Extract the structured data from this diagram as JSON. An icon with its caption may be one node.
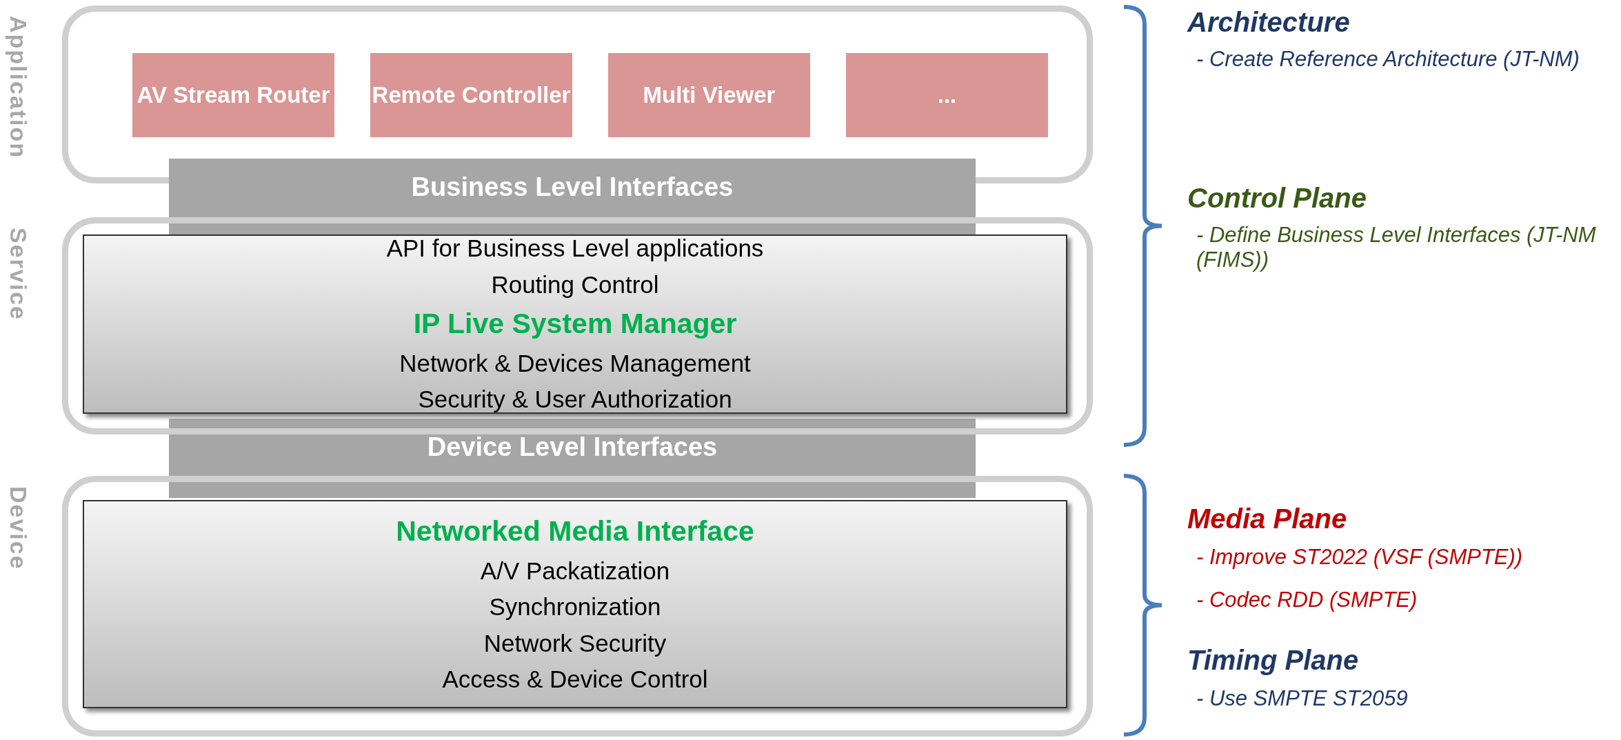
{
  "diagram": {
    "nodes": [
      {
        "text": [
          "Application"
        ]
      },
      {
        "text": [
          "AV Stream Router"
        ],
        "in": 0
      },
      {
        "text": [
          "Remote Controller"
        ],
        "in": 0
      },
      {
        "text": [
          "Multi Viewer"
        ],
        "in": 0
      },
      {
        "text": [
          "..."
        ],
        "in": 0
      },
      {
        "text": [
          "Business Level Interfaces"
        ]
      },
      {
        "text": [
          "Service"
        ]
      },
      {
        "text": [
          "API for Business Level applications",
          "Routing Control",
          "IP Live System Manager",
          "Network & Devices Management",
          "Security & User Authorization"
        ],
        "in": 6
      },
      {
        "text": [
          "Device Level Interfaces"
        ]
      },
      {
        "text": [
          "Device"
        ]
      },
      {
        "text": [
          "Networked Media Interface",
          "A/V Packatization",
          "Synchronization",
          "Network Security",
          "Access & Device Control"
        ],
        "in": 9
      }
    ],
    "edges": [],
    "labels": [
      "Architecture",
      "- Create Reference Architecture (JT-NM)",
      "Control Plane",
      "- Define Business Level Interfaces (JT-NM (FIMS))",
      "Media Plane",
      "- Improve ST2022 (VSF (SMPTE))",
      "- Codec RDD (SMPTE)",
      "Timing Plane",
      "- Use SMPTE ST2059"
    ]
  }
}
